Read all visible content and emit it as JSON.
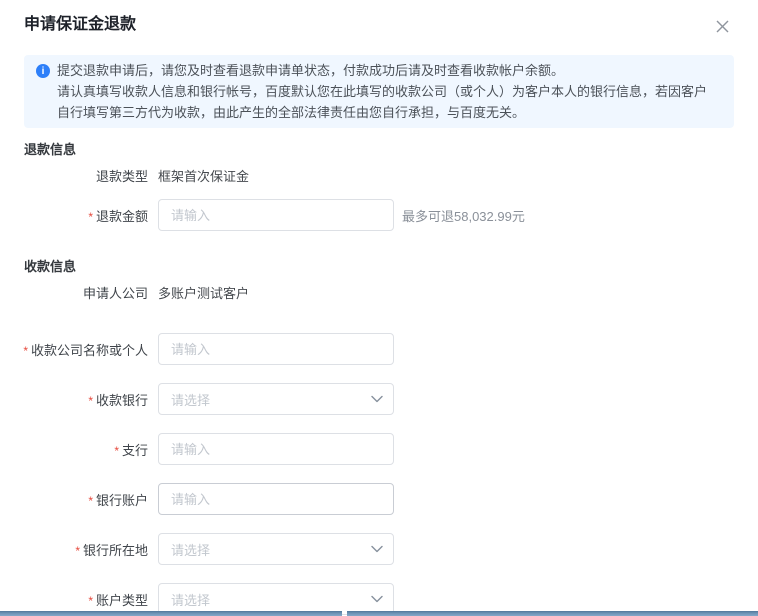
{
  "dialog": {
    "title": "申请保证金退款"
  },
  "notice": {
    "line1": "提交退款申请后，请您及时查看退款申请单状态，付款成功后请及时查看收款帐户余额。",
    "line2": "请认真填写收款人信息和银行帐号，百度默认您在此填写的收款公司（或个人）为客户本人的银行信息，若因客户自行填写第三方代为收款，由此产生的全部法律责任由您自行承担，与百度无关。"
  },
  "icons": {
    "info_glyph": "i"
  },
  "form": {
    "required_marker": "*",
    "refund_section_title": "退款信息",
    "refund_type_label": "退款类型",
    "refund_type_value": "框架首次保证金",
    "refund_amount_label": "退款金额",
    "refund_amount_placeholder": "请输入",
    "refund_amount_value": "",
    "refund_amount_hint": "最多可退58,032.99元",
    "payee_section_title": "收款信息",
    "applicant_company_label": "申请人公司",
    "applicant_company_value": "多账户测试客户",
    "payee_name_label": "收款公司名称或个人",
    "payee_name_placeholder": "请输入",
    "payee_name_value": "",
    "payee_bank_label": "收款银行",
    "payee_bank_placeholder": "请选择",
    "branch_label": "支行",
    "branch_placeholder": "请输入",
    "branch_value": "",
    "bank_account_label": "银行账户",
    "bank_account_placeholder": "请输入",
    "bank_account_value": "",
    "bank_location_label": "银行所在地",
    "bank_location_placeholder": "请选择",
    "account_type_label": "账户类型",
    "account_type_placeholder": "请选择"
  },
  "colors": {
    "accent_blue": "#2d7ff9",
    "banner_background": "#f0f7ff",
    "required_red": "#e6493d",
    "bottom_edge_bar": "#6d93b5"
  }
}
